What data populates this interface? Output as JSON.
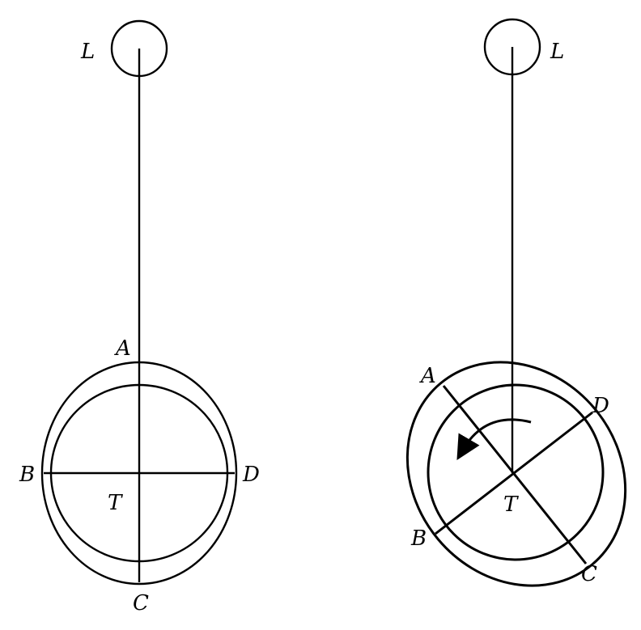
{
  "diagrams": [
    {
      "moon_label": "L",
      "points": {
        "a": "A",
        "b": "B",
        "c": "C",
        "d": "D"
      },
      "center_label": "T"
    },
    {
      "moon_label": "L",
      "points": {
        "a": "A",
        "b": "B",
        "c": "C",
        "d": "D"
      },
      "center_label": "T",
      "rotation_arrow": "counterclockwise"
    }
  ]
}
